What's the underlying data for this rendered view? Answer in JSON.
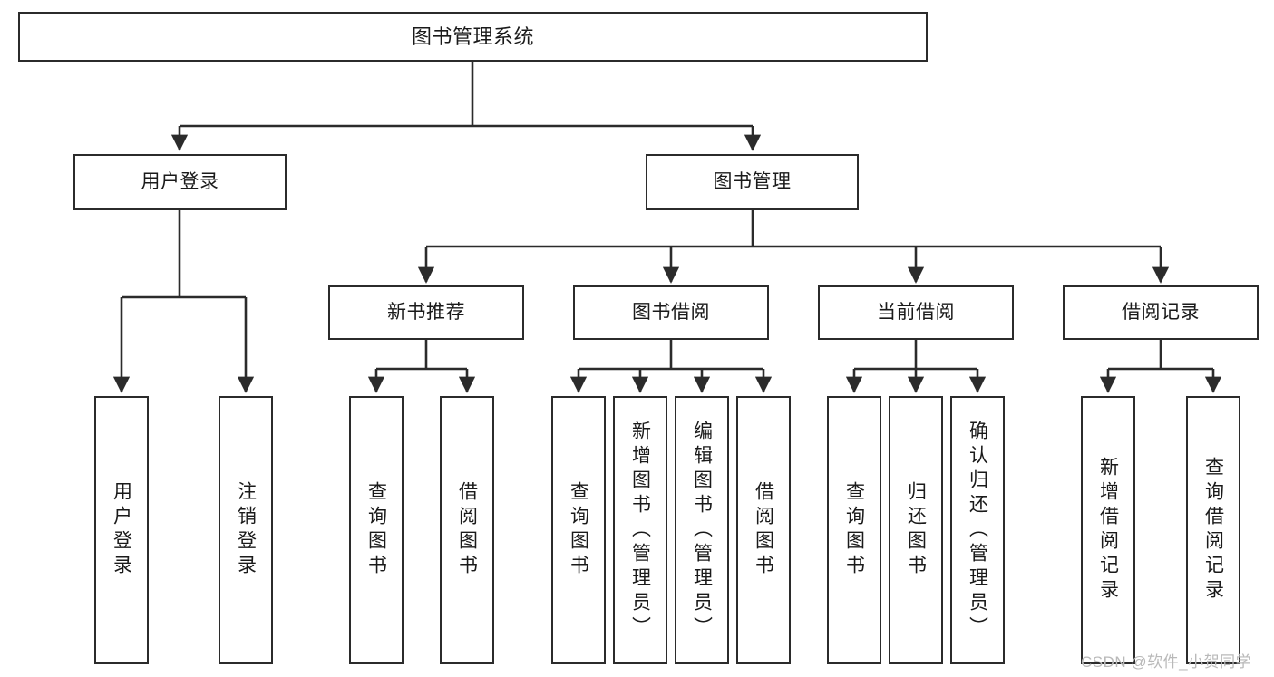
{
  "diagram": {
    "title": "图书管理系统",
    "type": "tree-structure-chart",
    "colors": {
      "box_border": "#2b2b2b",
      "box_fill": "#ffffff",
      "edge": "#2b2b2b",
      "text": "#1a1a1a",
      "watermark": "#b9b9b9",
      "background": "#ffffff"
    },
    "nodes": {
      "root": {
        "label": "图书管理系统"
      },
      "level2": [
        {
          "id": "user-login",
          "label": "用户登录"
        },
        {
          "id": "book-manage",
          "label": "图书管理"
        }
      ],
      "level3": [
        {
          "id": "new-book-recommend",
          "label": "新书推荐"
        },
        {
          "id": "book-borrow",
          "label": "图书借阅"
        },
        {
          "id": "current-borrow",
          "label": "当前借阅"
        },
        {
          "id": "borrow-record",
          "label": "借阅记录"
        }
      ],
      "leaves": {
        "user-login": [
          {
            "id": "leaf-user-login",
            "label": "用户登录"
          },
          {
            "id": "leaf-user-logout",
            "label": "注销登录"
          }
        ],
        "new-book-recommend": [
          {
            "id": "leaf-query-book-1",
            "label": "查询图书"
          },
          {
            "id": "leaf-borrow-book-1",
            "label": "借阅图书"
          }
        ],
        "book-borrow": [
          {
            "id": "leaf-query-book-2",
            "label": "查询图书"
          },
          {
            "id": "leaf-add-book",
            "label": "新增图书（管理员）"
          },
          {
            "id": "leaf-edit-book",
            "label": "编辑图书（管理员）"
          },
          {
            "id": "leaf-borrow-book-2",
            "label": "借阅图书"
          }
        ],
        "current-borrow": [
          {
            "id": "leaf-query-book-3",
            "label": "查询图书"
          },
          {
            "id": "leaf-return-book",
            "label": "归还图书"
          },
          {
            "id": "leaf-confirm-return",
            "label": "确认归还（管理员）"
          }
        ],
        "borrow-record": [
          {
            "id": "leaf-add-record",
            "label": "新增借阅记录"
          },
          {
            "id": "leaf-query-record",
            "label": "查询借阅记录"
          }
        ]
      }
    },
    "watermark": "CSDN @软件_小贺同学"
  }
}
